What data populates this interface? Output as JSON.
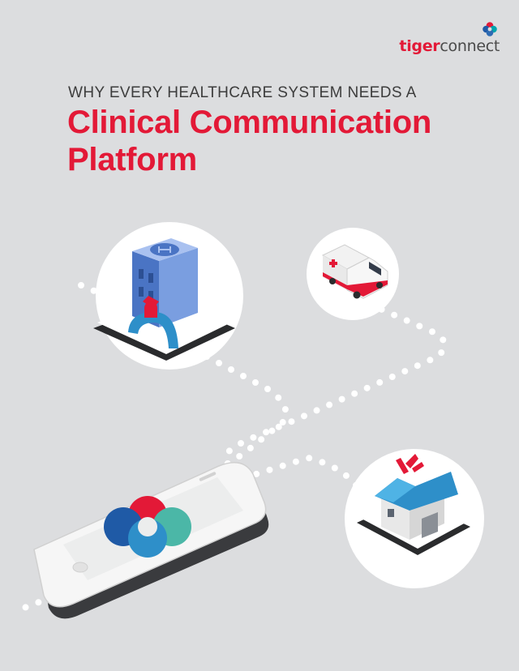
{
  "logo": {
    "tiger": "tiger",
    "connect": "connect",
    "colors": [
      "#e31937",
      "#1f5aa6",
      "#00a3ad",
      "#4a4a4a"
    ]
  },
  "heading": {
    "eyebrow": "WHY EVERY HEALTHCARE SYSTEM NEEDS A",
    "title_line1": "Clinical Communication",
    "title_line2": "Platform"
  },
  "palette": {
    "background": "#dcdddf",
    "accent_red": "#e31937",
    "accent_blue": "#2e6bb3",
    "accent_teal": "#4bb7a7"
  },
  "illustrations": [
    "hospital-icon",
    "ambulance-icon",
    "house-icon",
    "smartphone-icon"
  ]
}
